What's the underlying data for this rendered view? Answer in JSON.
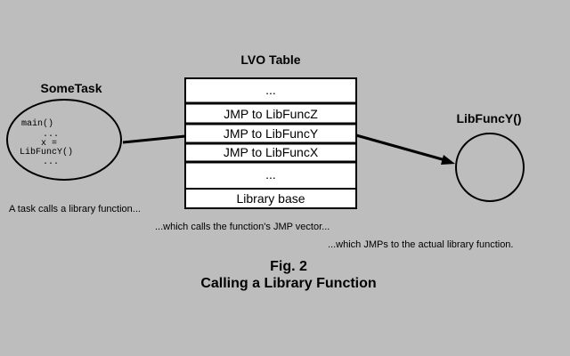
{
  "diagram": {
    "lvo_table": {
      "title": "LVO Table",
      "rows": [
        "...",
        "JMP to LibFuncZ",
        "JMP to LibFuncY",
        "JMP to LibFuncX",
        "...",
        "Library base"
      ]
    },
    "task": {
      "title": "SomeTask",
      "code_lines": [
        "main()",
        "...",
        "x =",
        "LibFuncY()",
        "..."
      ]
    },
    "library_function": {
      "title": "LibFuncY()"
    },
    "captions": {
      "task_call": "A task calls a library function...",
      "jmp_vector": "...which calls the function's JMP vector...",
      "actual_function": "...which JMPs to the actual library function."
    },
    "figure": {
      "number": "Fig. 2",
      "title": "Calling a Library Function"
    }
  },
  "colors": {
    "background": "#bdbdbd",
    "table_fill": "#ffffff",
    "ink": "#000000"
  }
}
